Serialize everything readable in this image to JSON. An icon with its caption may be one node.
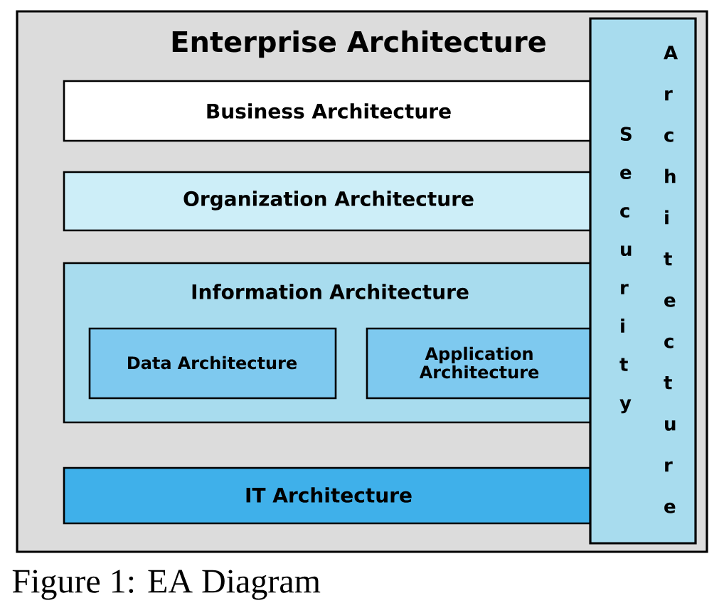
{
  "diagram": {
    "caption": "Figure 1: EA Diagram",
    "nodes": [
      {
        "text": [
          "Enterprise Architecture"
        ]
      },
      {
        "text": [
          "Business Architecture"
        ],
        "in": 0
      },
      {
        "text": [
          "Organization Architecture"
        ],
        "in": 0
      },
      {
        "text": [
          "Information Architecture"
        ],
        "in": 0
      },
      {
        "text": [
          "Data Architecture"
        ],
        "in": 3
      },
      {
        "text": [
          "Application Architecture"
        ],
        "in": 3
      },
      {
        "text": [
          "IT Architecture"
        ],
        "in": 0
      },
      {
        "text": [
          "Security",
          "Architecture"
        ],
        "in": 0
      }
    ],
    "edges": []
  }
}
